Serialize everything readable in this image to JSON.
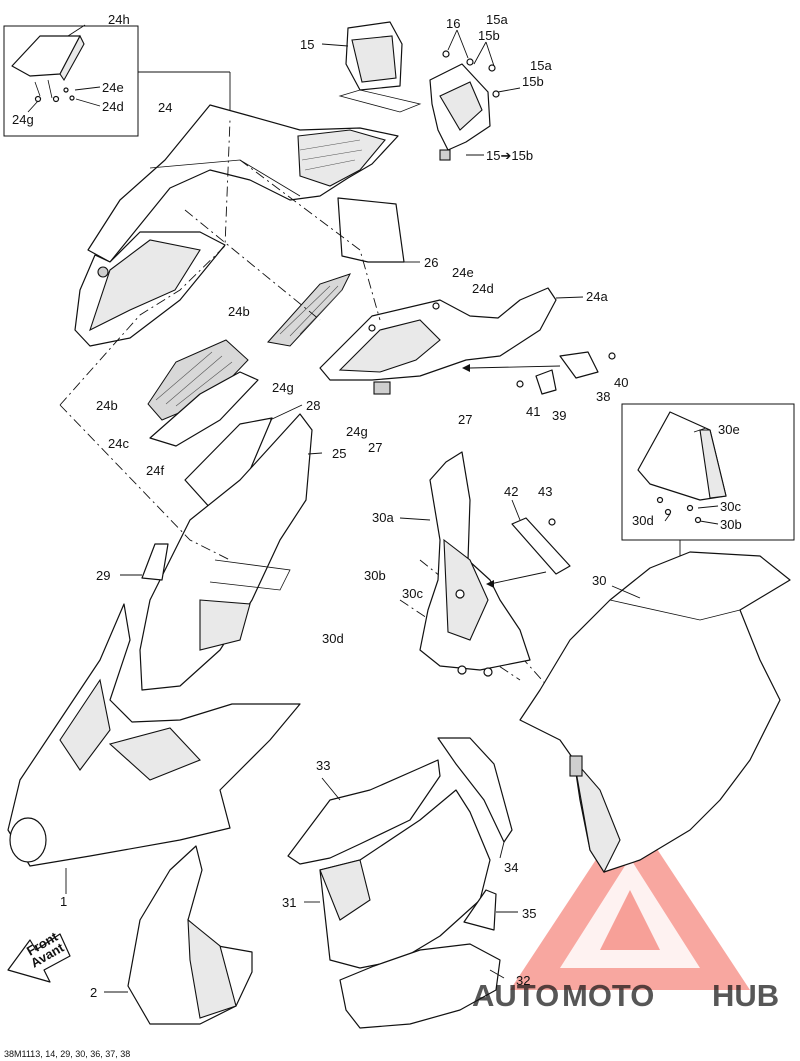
{
  "diagram": {
    "callouts": {
      "c1": "1",
      "c2": "2",
      "c15": "15",
      "c15a_1": "15a",
      "c15b_1": "15b",
      "c15a_2": "15a",
      "c15b_2": "15b",
      "c15to15b": "15➔15b",
      "c16": "16",
      "c24": "24",
      "c24a": "24a",
      "c24b_1": "24b",
      "c24b_2": "24b",
      "c24c": "24c",
      "c24d_1": "24d",
      "c24d_2": "24d",
      "c24e_1": "24e",
      "c24e_2": "24e",
      "c24f": "24f",
      "c24g_1": "24g",
      "c24g_2": "24g",
      "c24g_3": "24g",
      "c24h": "24h",
      "c25": "25",
      "c26": "26",
      "c27_1": "27",
      "c27_2": "27",
      "c28": "28",
      "c29": "29",
      "c30": "30",
      "c30a": "30a",
      "c30b_1": "30b",
      "c30b_2": "30b",
      "c30c_1": "30c",
      "c30c_2": "30c",
      "c30d_1": "30d",
      "c30d_2": "30d",
      "c30e": "30e",
      "c31": "31",
      "c32": "32",
      "c33": "33",
      "c34": "34",
      "c35": "35",
      "c38": "38",
      "c39": "39",
      "c40": "40",
      "c41": "41",
      "c42": "42",
      "c43": "43"
    },
    "front_arrow": {
      "line1": "Front",
      "line2": "Avant"
    },
    "footer_code": "38M1113, 14, 29, 30, 36, 37, 38"
  },
  "watermark": {
    "part1": "AUTO",
    "part2": "MOTO",
    "part3": "HUB",
    "colors": {
      "auto": "#f5b335",
      "moto": "#f5b335",
      "hub": "#555555",
      "triangle": "#ef3b2c"
    }
  }
}
